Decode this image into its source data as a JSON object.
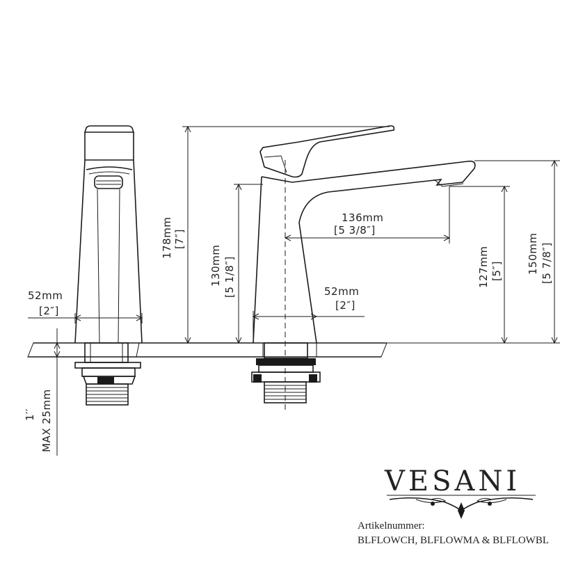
{
  "dimensions": {
    "height_total_mm": "178mm",
    "height_total_in": "[7″]",
    "height_spout_mm": "130mm",
    "height_spout_in": "[5 1/8″]",
    "reach_mm": "136mm",
    "reach_in": "[5 3/8″]",
    "base_front_mm": "52mm",
    "base_front_in": "[2″]",
    "base_side_mm": "52mm",
    "base_side_in": "[2″]",
    "outlet_height_mm": "127mm",
    "outlet_height_in": "[5″]",
    "overall_height_mm": "150mm",
    "overall_height_in": "[5 7/8″]",
    "thread_size": "1′′",
    "max_deck": "MAX 25mm"
  },
  "brand": {
    "name": "VESANI",
    "article_label": "Artikelnummer:",
    "article_numbers": "BLFLOWCH, BLFLOWMA & BLFLOWBL"
  },
  "colors": {
    "line": "#1a1a1a",
    "background": "#ffffff"
  }
}
